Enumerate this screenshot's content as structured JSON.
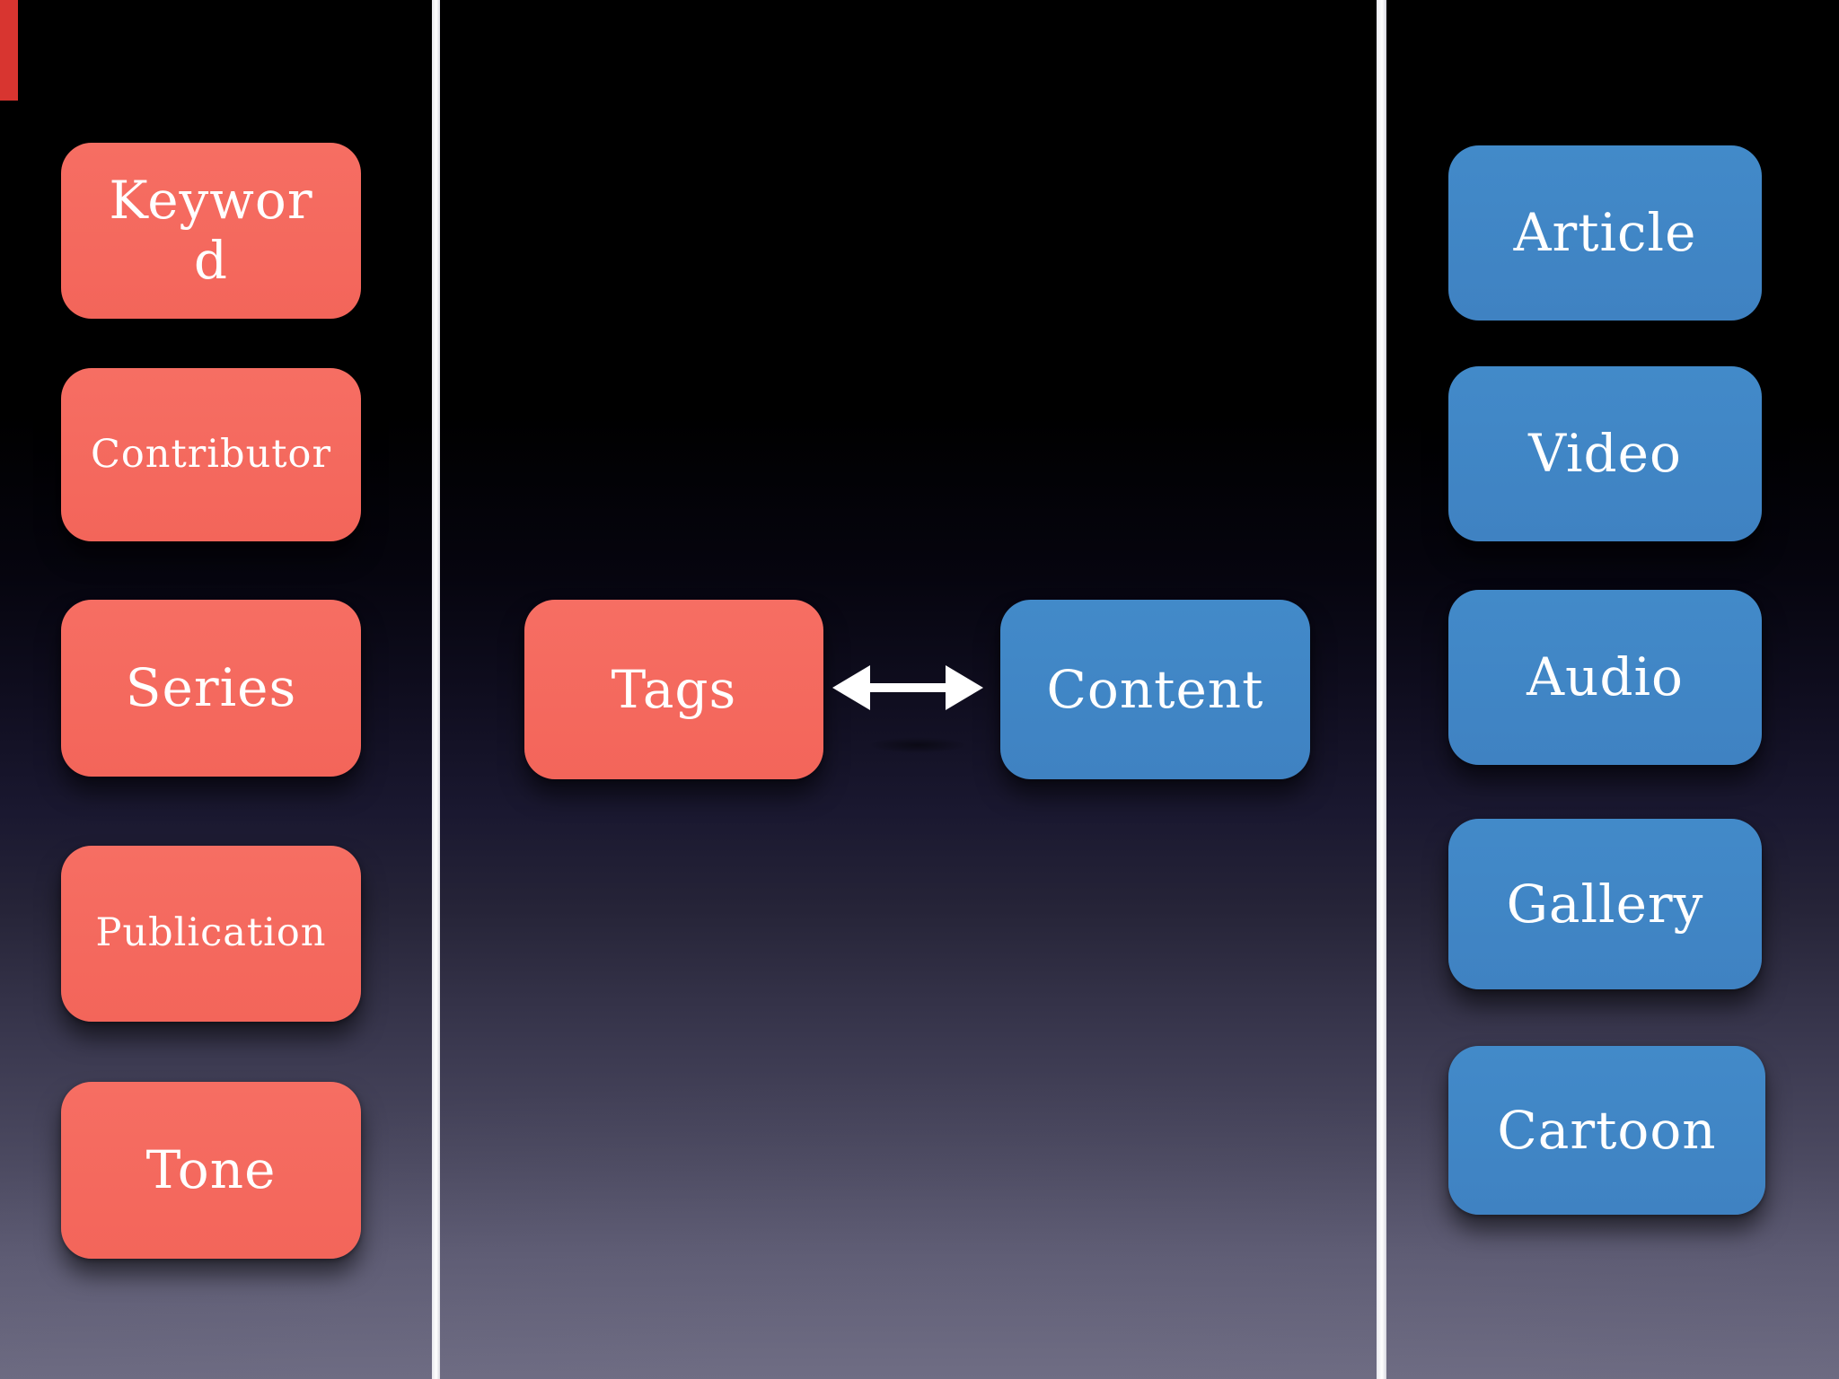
{
  "slide": {
    "left_column": {
      "items": [
        {
          "label": "Keyword"
        },
        {
          "label": "Contributor"
        },
        {
          "label": "Series"
        },
        {
          "label": "Publication"
        },
        {
          "label": "Tone"
        }
      ]
    },
    "center": {
      "source": {
        "label": "Tags"
      },
      "target": {
        "label": "Content"
      },
      "relation": "bidirectional-arrow"
    },
    "right_column": {
      "items": [
        {
          "label": "Article"
        },
        {
          "label": "Video"
        },
        {
          "label": "Audio"
        },
        {
          "label": "Gallery"
        },
        {
          "label": "Cartoon"
        }
      ]
    },
    "colors": {
      "tag_red": "#f4695e",
      "content_blue": "#4187c7",
      "divider_white": "#f5f5f7",
      "arrow_white": "#ffffff",
      "background_top": "#000000",
      "background_bottom": "#6b6980",
      "text": "#ffffff"
    }
  }
}
